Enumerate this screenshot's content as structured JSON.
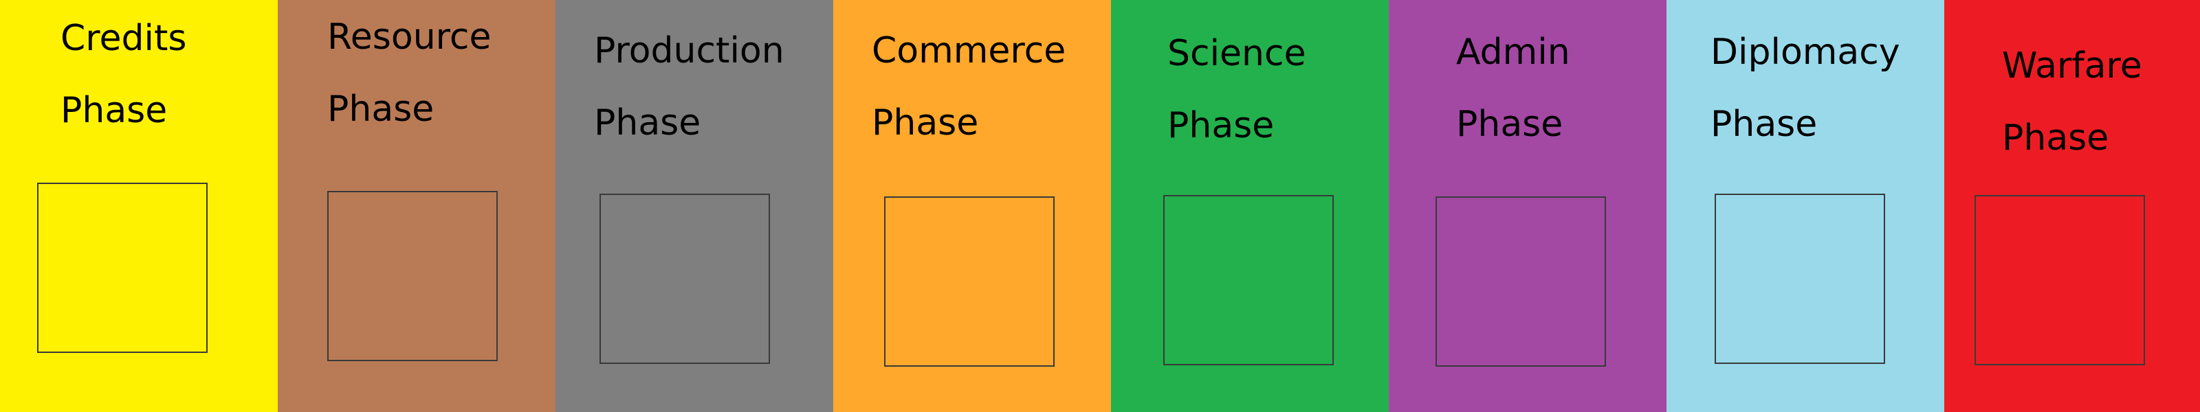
{
  "phases": [
    {
      "line1": "Credits",
      "line2": "Phase",
      "color": "#FFF200"
    },
    {
      "line1": "Resource",
      "line2": "Phase",
      "color": "#B97B56"
    },
    {
      "line1": "Production",
      "line2": "Phase",
      "color": "#7F7F7F"
    },
    {
      "line1": "Commerce",
      "line2": "Phase",
      "color": "#FFA82B"
    },
    {
      "line1": "Science",
      "line2": "Phase",
      "color": "#22B14C"
    },
    {
      "line1": "Admin",
      "line2": "Phase",
      "color": "#A349A4"
    },
    {
      "line1": "Diplomacy",
      "line2": "Phase",
      "color": "#99D9EA"
    },
    {
      "line1": "Warfare",
      "line2": "Phase",
      "color": "#ED1C24"
    }
  ]
}
